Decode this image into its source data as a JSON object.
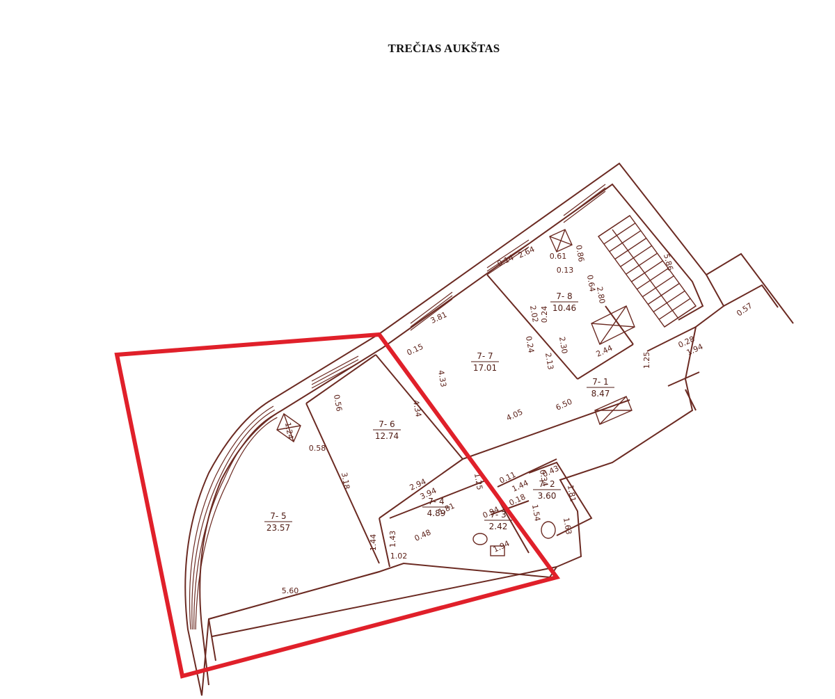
{
  "title": "TREČIAS AUKŠTAS",
  "colors": {
    "wall": "#6b2a22",
    "highlight": "#e0202a",
    "text": "#4e1a12"
  },
  "rooms": [
    {
      "code": "7- 1",
      "area": "8.47"
    },
    {
      "code": "7- 2",
      "area": "3.60"
    },
    {
      "code": "7- 3",
      "area": "2.42"
    },
    {
      "code": "7- 4",
      "area": "4.89"
    },
    {
      "code": "7- 5",
      "area": "23.57"
    },
    {
      "code": "7- 6",
      "area": "12.74"
    },
    {
      "code": "7- 7",
      "area": "17.01"
    },
    {
      "code": "7- 8",
      "area": "10.46"
    }
  ],
  "dims": [
    "3.81",
    "0.15",
    "4.33",
    "4.34",
    "0.56",
    "1.24",
    "0.58",
    "3.18",
    "5.60",
    "1.44",
    "1.43",
    "1.02",
    "0.48",
    "2.94",
    "3.94",
    "4.05",
    "6.50",
    "1.25",
    "1.81",
    "0.11",
    "1.44",
    "0.43",
    "0.34",
    "1.81",
    "1.54",
    "1.94",
    "2.02",
    "0.24",
    "0.24",
    "2.13",
    "2.30",
    "2.44",
    "0.14",
    "2.64",
    "0.61",
    "0.13",
    "0.86",
    "0.64",
    "2.80",
    "5.86",
    "0.57",
    "0.28",
    "1.94",
    "1.25",
    "0.18",
    "0.94",
    "1.63"
  ]
}
